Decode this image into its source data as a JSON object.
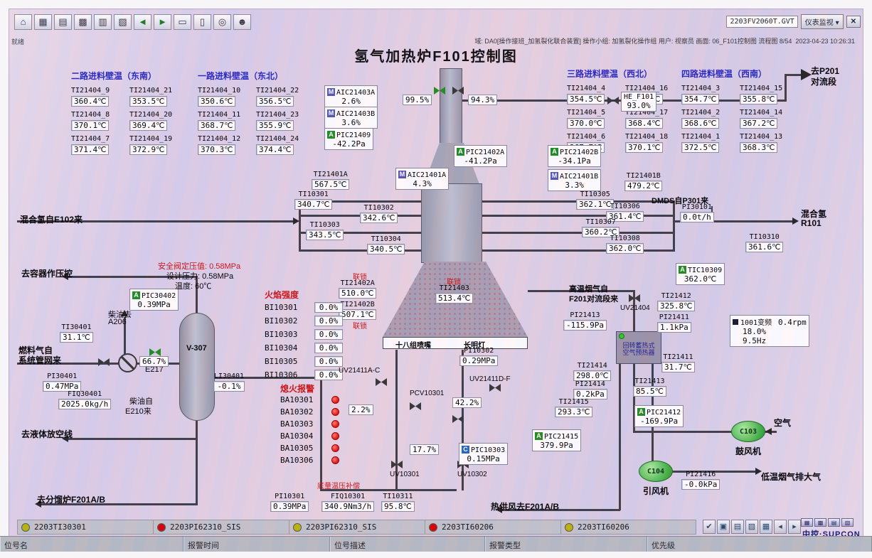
{
  "window": {
    "ready": "就绪",
    "filename": "2203FV2060T.GVT",
    "view_mode": "仪表监视",
    "close_glyph": "✕",
    "caret": "▾",
    "info_line": "域: DA0[操作接班_加氢裂化联合装置]  操作小组: 加氢裂化操作组  用户: 视察员  画面: 06_F101控制图  流程图 8/54",
    "datetime": "2023-04-23 10:26:31"
  },
  "title": "氢气加热炉F101控制图",
  "toolbar": [
    {
      "name": "home",
      "glyph": "⌂"
    },
    {
      "name": "overview",
      "glyph": "▦"
    },
    {
      "name": "graphics",
      "glyph": "▤"
    },
    {
      "name": "trend",
      "glyph": "▩"
    },
    {
      "name": "alarm-summary",
      "glyph": "▥"
    },
    {
      "name": "report",
      "glyph": "▧"
    },
    {
      "name": "nav-back",
      "glyph": "◄"
    },
    {
      "name": "nav-forward",
      "glyph": "►"
    },
    {
      "name": "page-prev",
      "glyph": "▭"
    },
    {
      "name": "page-next",
      "glyph": "▯"
    },
    {
      "name": "zoom",
      "glyph": "◎"
    },
    {
      "name": "user",
      "glyph": "☻"
    }
  ],
  "wall_groups": [
    {
      "title": "二路进料壁温（东南）",
      "entries": [
        {
          "tag": "TI21404_9",
          "value": "360.4℃"
        },
        {
          "tag": "TI21404_21",
          "value": "353.5℃"
        },
        {
          "tag": "TI21404_8",
          "value": "370.1℃"
        },
        {
          "tag": "TI21404_20",
          "value": "369.4℃"
        },
        {
          "tag": "TI21404_7",
          "value": "371.4℃"
        },
        {
          "tag": "TI21404_19",
          "value": "372.9℃"
        }
      ]
    },
    {
      "title": "一路进料壁温（东北）",
      "entries": [
        {
          "tag": "TI21404_10",
          "value": "350.6℃"
        },
        {
          "tag": "TI21404_22",
          "value": "356.5℃"
        },
        {
          "tag": "TI21404_11",
          "value": "368.7℃"
        },
        {
          "tag": "TI21404_23",
          "value": "355.9℃"
        },
        {
          "tag": "TI21404_12",
          "value": "370.3℃"
        },
        {
          "tag": "TI21404_24",
          "value": "374.4℃"
        }
      ]
    },
    {
      "title": "三路进料壁温（西北）",
      "entries": [
        {
          "tag": "TI21404_4",
          "value": "354.5℃"
        },
        {
          "tag": "TI21404_16",
          "value": "355.5℃"
        },
        {
          "tag": "TI21404_5",
          "value": "370.0℃"
        },
        {
          "tag": "TI21404_17",
          "value": "368.4℃"
        },
        {
          "tag": "TI21404_6",
          "value": "367.7℃"
        },
        {
          "tag": "TI21404_18",
          "value": "370.1℃"
        }
      ]
    },
    {
      "title": "四路进料壁温（西南）",
      "entries": [
        {
          "tag": "TI21404_3",
          "value": "354.7℃"
        },
        {
          "tag": "TI21404_15",
          "value": "355.8℃"
        },
        {
          "tag": "TI21404_2",
          "value": "368.6℃"
        },
        {
          "tag": "TI21404_14",
          "value": "367.2℃"
        },
        {
          "tag": "TI21404_1",
          "value": "372.5℃"
        },
        {
          "tag": "TI21404_13",
          "value": "368.3℃"
        }
      ]
    }
  ],
  "inst": {
    "AIC21403A": {
      "chip": "M",
      "tag": "AIC21403A",
      "value": "2.6%"
    },
    "AIC21403B": {
      "chip": "M",
      "tag": "AIC21403B",
      "value": "3.6%"
    },
    "PIC21409": {
      "chip": "A",
      "tag": "PIC21409",
      "value": "-42.2Pa"
    },
    "V99": {
      "value": "99.5%"
    },
    "V94": {
      "value": "94.3%"
    },
    "HEF101": {
      "tag": "HE_F101",
      "value": "93.0%"
    },
    "PIC21402A": {
      "chip": "A",
      "tag": "PIC21402A",
      "value": "-41.2Pa"
    },
    "PIC21402B": {
      "chip": "A",
      "tag": "PIC21402B",
      "value": "-34.1Pa"
    },
    "AIC21401A": {
      "chip": "M",
      "tag": "AIC21401A",
      "value": "4.3%"
    },
    "AIC21401B": {
      "chip": "M",
      "tag": "AIC21401B",
      "value": "3.3%"
    },
    "TI21401A": {
      "tag": "TI21401A",
      "value": "567.5℃"
    },
    "TI21401B": {
      "tag": "TI21401B",
      "value": "479.2℃"
    },
    "TI10301": {
      "tag": "TI10301",
      "value": "340.7℃"
    },
    "TI10302": {
      "tag": "TI10302",
      "value": "342.6℃"
    },
    "TI10303": {
      "tag": "TI10303",
      "value": "343.5℃"
    },
    "TI10304": {
      "tag": "TI10304",
      "value": "340.5℃"
    },
    "TI10305": {
      "tag": "TI10305",
      "value": "362.1℃"
    },
    "TI10306": {
      "tag": "TI10306",
      "value": "361.4℃"
    },
    "TI10307": {
      "tag": "TI10307",
      "value": "360.2℃"
    },
    "TI10308": {
      "tag": "TI10308",
      "value": "362.0℃"
    },
    "TI10310": {
      "tag": "TI10310",
      "value": "361.6℃"
    },
    "PI30101": {
      "tag": "PI30101",
      "value": "0.0t/h"
    },
    "TI21402A": {
      "tag": "TI21402A",
      "value": "510.0℃"
    },
    "TI21402B": {
      "tag": "TI21402B",
      "value": "507.1℃"
    },
    "TI21403": {
      "tag": "TI21403",
      "value": "513.4℃"
    },
    "PI10302": {
      "tag": "PI10302",
      "value": "0.29MPa"
    },
    "PIC10303": {
      "chip": "C",
      "tag": "PIC10303",
      "value": "0.15MPa"
    },
    "V22": {
      "value": "2.2%"
    },
    "V422": {
      "value": "42.2%"
    },
    "V177": {
      "value": "17.7%"
    },
    "PI10301": {
      "tag": "PI10301",
      "value": "0.39MPa"
    },
    "FIQ10301": {
      "tag": "FIQ10301",
      "value": "340.9Nm3/h"
    },
    "TI10311": {
      "tag": "TI10311",
      "value": "95.8℃"
    },
    "PIC30402": {
      "chip": "A",
      "tag": "PIC30402",
      "value": "0.39MPa"
    },
    "TI30401": {
      "tag": "TI30401",
      "value": "31.1℃"
    },
    "V667": {
      "value": "66.7%"
    },
    "PI30401": {
      "tag": "PI30401",
      "value": "0.47MPa"
    },
    "FIQ30401": {
      "tag": "FIQ30401",
      "value": "2025.0kg/h"
    },
    "LI30401": {
      "tag": "LI30401",
      "value": "-0.1%"
    },
    "TIC10309": {
      "chip": "A",
      "tag": "TIC10309",
      "value": "362.0℃"
    },
    "TI21412": {
      "tag": "TI21412",
      "value": "325.8℃"
    },
    "PI21413": {
      "tag": "PI21413",
      "value": "-115.9Pa"
    },
    "PI21411": {
      "tag": "PI21411",
      "value": "1.1kPa"
    },
    "TI21411": {
      "tag": "TI21411",
      "value": "31.7℃"
    },
    "TI21414": {
      "tag": "TI21414",
      "value": "298.0℃"
    },
    "PI21414": {
      "tag": "PI21414",
      "value": "0.2kPa"
    },
    "TI21413": {
      "tag": "TI21413",
      "value": "85.5℃"
    },
    "TI21415": {
      "tag": "TI21415",
      "value": "293.3℃"
    },
    "PIC21412": {
      "chip": "A",
      "tag": "PIC21412",
      "value": "-169.9Pa"
    },
    "PIC21415": {
      "chip": "A",
      "tag": "PIC21415",
      "value": "379.9Pa"
    },
    "PI21416": {
      "tag": "PI21416",
      "value": "-0.0kPa"
    },
    "VFD": {
      "tag": "1001变频",
      "rpm": "0.4rpm",
      "pct": "18.0%",
      "hz": "9.5Hz"
    }
  },
  "bi_list": [
    {
      "tag": "BI10301",
      "value": "0.0%"
    },
    {
      "tag": "BI10302",
      "value": "0.0%"
    },
    {
      "tag": "BI10303",
      "value": "0.0%"
    },
    {
      "tag": "BI10304",
      "value": "0.0%"
    },
    {
      "tag": "BI10305",
      "value": "0.0%"
    },
    {
      "tag": "BI10306",
      "value": "0.0%"
    }
  ],
  "ba_list": [
    "BA10301",
    "BA10302",
    "BA10303",
    "BA10304",
    "BA10305",
    "BA10306"
  ],
  "labels": {
    "interlock": "联锁",
    "flame_header": "火焰强度",
    "flameout_header": "熄火报警",
    "burner_nozzles": "十八组喷嘴",
    "pilot_light": "长明灯",
    "compensation": "底量温压补偿",
    "to_p201_1": "去P201",
    "to_p201_2": "对流段",
    "mixed_h2_in": "混合氢自E102来",
    "mixed_h2_1": "混合氢",
    "mixed_h2_2": "R101",
    "dmds": "DMDS自P301来",
    "to_vessel_pc": "去容器作压控",
    "safety_set": "安全阀定压值: 0.58MPa",
    "design_p": "设计压力: 0.58MPa",
    "design_t": "温度: 60℃",
    "diesel_to_1": "柴油去",
    "diesel_to_2": "A206",
    "fuel_in_1": "燃料气自",
    "fuel_in_2": "系统管网来",
    "e217": "E217",
    "v307": "V-307",
    "diesel_from_1": "柴油自",
    "diesel_from_2": "E210来",
    "to_vent": "去液体放空线",
    "to_f201ab": "去分馏炉F201A/B",
    "hot_air_out": "热供风去F201A/B",
    "hot_flue_1": "高温烟气自",
    "hot_flue_2": "F201对流段来",
    "uv21404": "UV21404",
    "preheater_1": "回转蓄热式",
    "preheater_2": "空气预热器",
    "c103": "C103",
    "blower": "鼓风机",
    "air": "空气",
    "c104": "C104",
    "id_fan": "引风机",
    "cold_flue_out": "低温烟气排大气",
    "uv21411ac": "UV21411A-C",
    "uv21411df": "UV21411D-F",
    "pcv10301": "PCV10301",
    "uv10301": "UV10301",
    "uv10302": "UV10302"
  },
  "alarm_bar": [
    {
      "color": "#b8b400",
      "tag": "2203TI30301"
    },
    {
      "color": "#d40000",
      "tag": "2203PI62310_SIS"
    },
    {
      "color": "#b8b400",
      "tag": "2203PI62310_SIS"
    },
    {
      "color": "#d40000",
      "tag": "2203TI60206"
    },
    {
      "color": "#b8b400",
      "tag": "2203TI60206"
    }
  ],
  "bottom_icons": [
    {
      "name": "ack",
      "glyph": "✔"
    },
    {
      "name": "screens",
      "glyph": "▣"
    },
    {
      "name": "print",
      "glyph": "▤"
    },
    {
      "name": "trend",
      "glyph": "▨"
    },
    {
      "name": "report",
      "glyph": "▦"
    },
    {
      "name": "prev-screen",
      "glyph": "◂"
    },
    {
      "name": "next-screen",
      "glyph": "▸"
    }
  ],
  "corner_icons": [
    {
      "name": "layout",
      "glyph": "▦"
    },
    {
      "name": "cascade",
      "glyph": "▩"
    },
    {
      "name": "tile",
      "glyph": "▤"
    },
    {
      "name": "help",
      "glyph": "▧"
    }
  ],
  "logo": "中控·SUPCON",
  "status_columns": [
    "位号名",
    "报警时间",
    "位号描述",
    "报警类型",
    "优先级"
  ]
}
